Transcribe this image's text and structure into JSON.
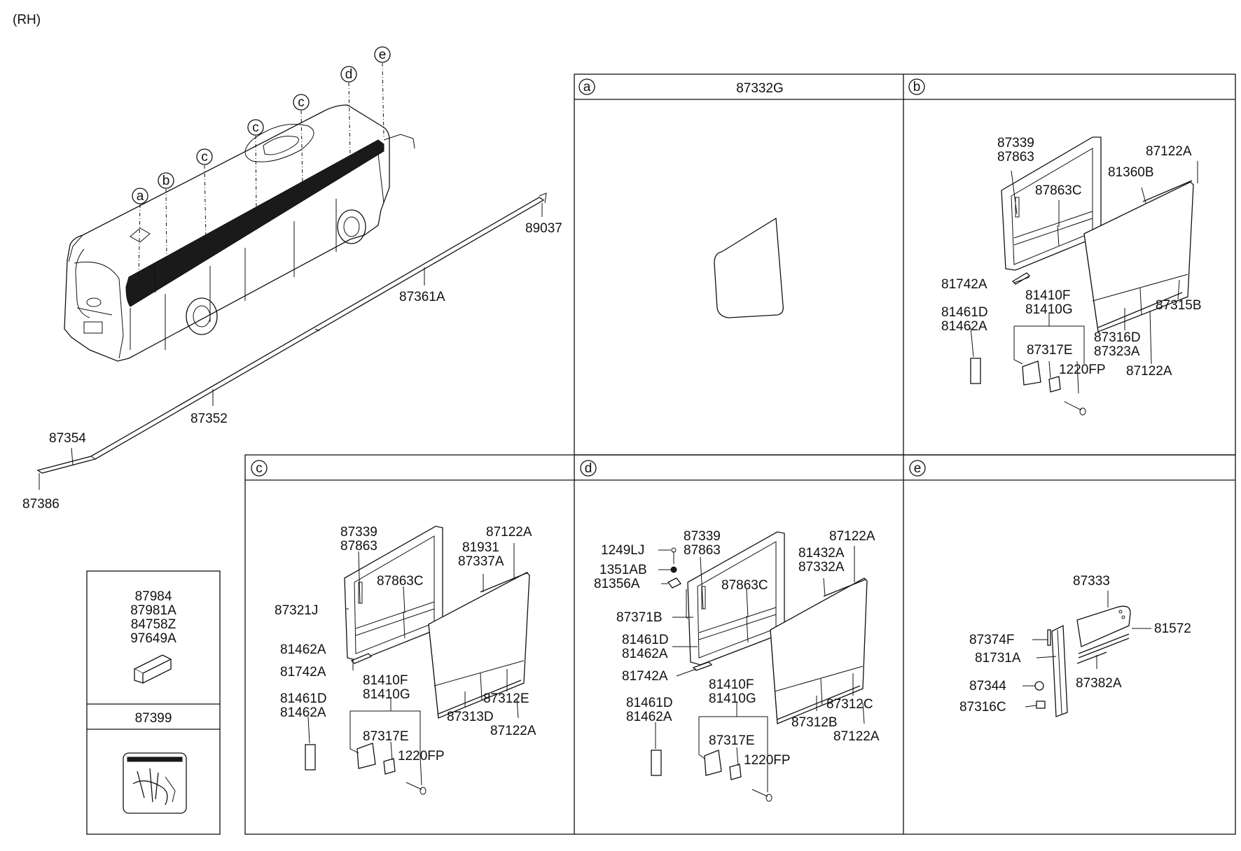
{
  "header": {
    "side_label": "(RH)"
  },
  "overview": {
    "callouts": [
      "a",
      "b",
      "c",
      "c",
      "c",
      "d",
      "e"
    ],
    "labels": [
      "89037",
      "87361A",
      "87352",
      "87354",
      "87386"
    ]
  },
  "panel_a": {
    "letter": "a",
    "title": "87332G"
  },
  "panel_b": {
    "letter": "b",
    "labels": [
      "87339",
      "87863",
      "87863C",
      "87122A",
      "81360B",
      "81742A",
      "81410F",
      "81410G",
      "81461D",
      "81462A",
      "87317E",
      "1220FP",
      "87315B",
      "87316D",
      "87323A",
      "87122A"
    ]
  },
  "panel_c": {
    "letter": "c",
    "labels": [
      "87339",
      "87863",
      "87122A",
      "81931",
      "87337A",
      "87863C",
      "87321J",
      "81462A",
      "81742A",
      "81410F",
      "81410G",
      "81461D",
      "81462A",
      "87317E",
      "1220FP",
      "87312E",
      "87313D",
      "87122A"
    ]
  },
  "panel_d": {
    "letter": "d",
    "labels": [
      "1249LJ",
      "87339",
      "87863",
      "87122A",
      "81432A",
      "87332A",
      "1351AB",
      "81356A",
      "87863C",
      "87371B",
      "81461D",
      "81462A",
      "81742A",
      "81410F",
      "81410G",
      "81461D",
      "81462A",
      "87317E",
      "1220FP",
      "87312C",
      "87312B",
      "87122A"
    ]
  },
  "panel_e": {
    "letter": "e",
    "labels": [
      "87333",
      "87374F",
      "81572",
      "81731A",
      "87344",
      "87382A",
      "87316C"
    ]
  },
  "kit_box": {
    "labels": [
      "87984",
      "87981A",
      "84758Z",
      "97649A"
    ],
    "label_bottom": "87399",
    "caption": "warning"
  },
  "colors": {
    "line": "#111111",
    "fill": "#1a1a1a",
    "background": "#ffffff"
  }
}
